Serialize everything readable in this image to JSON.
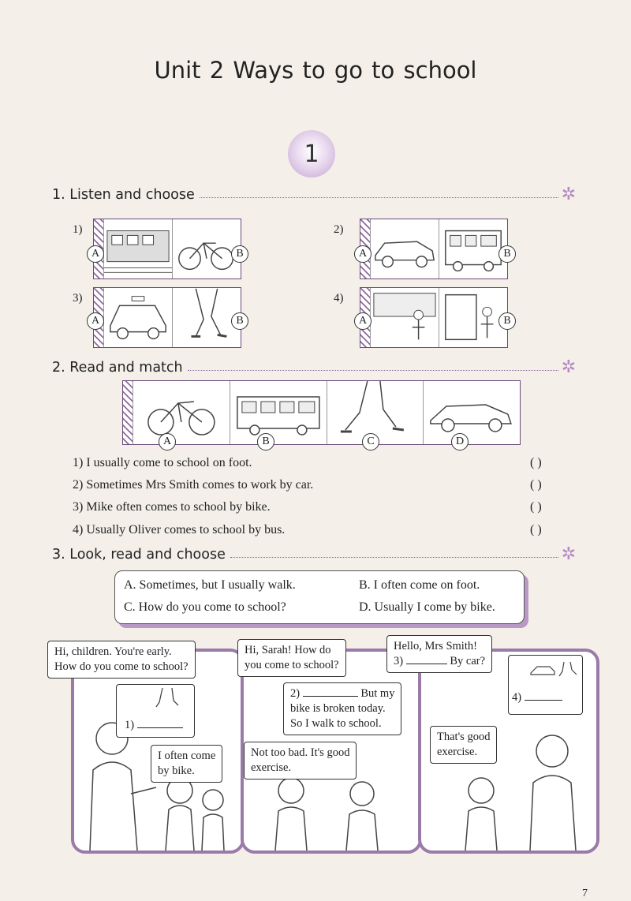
{
  "page": {
    "title": "Unit 2   Ways to go to school",
    "lesson_number": "1",
    "page_number": "7"
  },
  "section1": {
    "heading": "1. Listen and choose",
    "items": [
      {
        "num": "1)",
        "a": "A",
        "b": "B"
      },
      {
        "num": "2)",
        "a": "A",
        "b": "B"
      },
      {
        "num": "3)",
        "a": "A",
        "b": "B"
      },
      {
        "num": "4)",
        "a": "A",
        "b": "B"
      }
    ]
  },
  "section2": {
    "heading": "2. Read and match",
    "labels": [
      "A",
      "B",
      "C",
      "D"
    ],
    "sentences": [
      {
        "num": "1)",
        "text": "I usually come to school on foot.",
        "bracket": "(        )"
      },
      {
        "num": "2)",
        "text": "Sometimes Mrs Smith comes to work by car.",
        "bracket": "(        )"
      },
      {
        "num": "3)",
        "text": "Mike often comes to school by bike.",
        "bracket": "(        )"
      },
      {
        "num": "4)",
        "text": "Usually Oliver comes to school by bus.",
        "bracket": "(        )"
      }
    ]
  },
  "section3": {
    "heading": "3. Look, read and choose",
    "options": [
      "A.  Sometimes, but I usually walk.",
      "B.  I often come on foot.",
      "C.  How do you come to school?",
      "D.  Usually I come by bike."
    ],
    "bubbles": {
      "p1_teacher_line1": "Hi, children. You're early.",
      "p1_teacher_line2": "How do you come to school?",
      "p1_blank_num": "1)",
      "p1_girl_line1": "I often come",
      "p1_girl_line2": "by bike.",
      "p2_q_line1": "Hi, Sarah! How do",
      "p2_q_line2": "you come to school?",
      "p2_ans_num": "2)",
      "p2_ans_line1_end": "But my",
      "p2_ans_line2": "bike is broken today.",
      "p2_ans_line3": "So I walk to school.",
      "p2_boy_line1": "Not too bad. It's good",
      "p2_boy_line2": "exercise.",
      "p3_q_line1": "Hello, Mrs Smith!",
      "p3_q_num": "3)",
      "p3_q_end": "By car?",
      "p3_blank_num": "4)",
      "p3_good_line1": "That's good",
      "p3_good_line2": "exercise."
    }
  },
  "colors": {
    "accent": "#9a7aa8",
    "paper": "#f4f0e9"
  }
}
